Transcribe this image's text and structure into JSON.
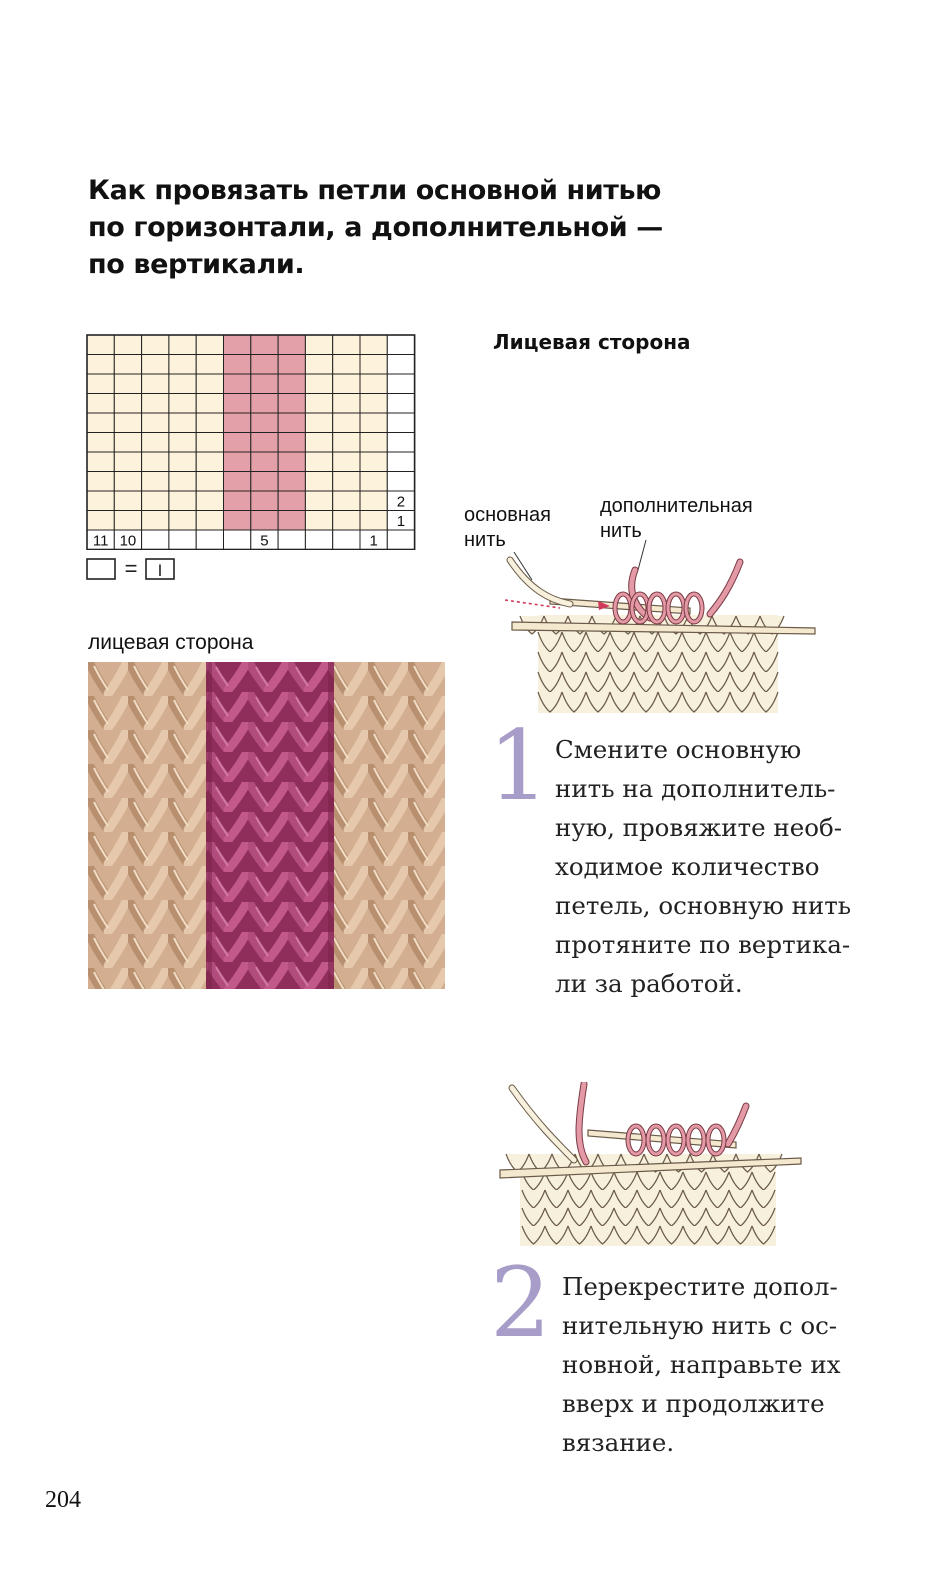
{
  "heading": {
    "lines": [
      "Как провязать петли основной нитью",
      "по горизонтали, а дополнительной —",
      "по вертикали."
    ]
  },
  "chart": {
    "columns": 12,
    "rows": 11,
    "pattern_columns": [
      5,
      6,
      7
    ],
    "column_labels": [
      "11",
      "10",
      "5",
      "1"
    ],
    "row_labels": [
      "2",
      "1"
    ],
    "legend_symbol": "I",
    "legend_equals": "=",
    "colors": {
      "main": "#fdf3dc",
      "contrast": "#e4a0a8",
      "grid": "#222222"
    }
  },
  "photo": {
    "label": "лицевая сторона",
    "colors": {
      "main": "#d8b497",
      "contrast": "#a8426e"
    }
  },
  "diagram": {
    "side_label": "Лицевая сторона",
    "main_thread_label": [
      "основная",
      "нить"
    ],
    "extra_thread_label": [
      "дополнительная",
      "нить"
    ]
  },
  "steps": [
    {
      "number": "1",
      "lines": [
        "Смените основную",
        "нить на дополнитель-",
        "ную, провяжите необ-",
        "ходимое количество",
        "петель, основную нить",
        "протяните по вертика-",
        "ли за работой."
      ]
    },
    {
      "number": "2",
      "lines": [
        "Перекрестите допол-",
        "нительную нить с ос-",
        "новной, направьте их",
        "вверх и продолжите",
        "вязание."
      ]
    }
  ],
  "page_number": "204"
}
